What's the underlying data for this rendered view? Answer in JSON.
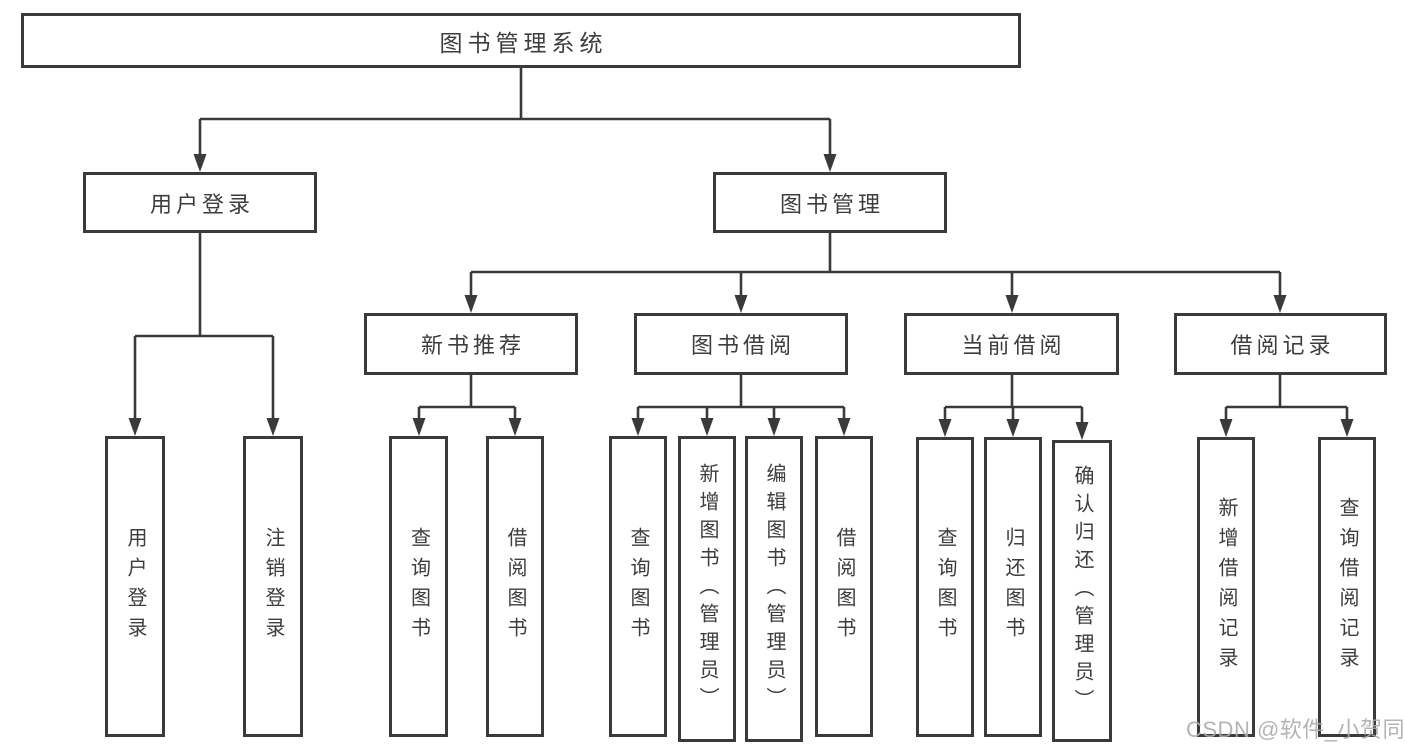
{
  "diagram_title": "图书管理系统",
  "watermark": "CSDN @软件_小贺同学",
  "colors": {
    "line": "#3a3a3a",
    "box_border": "#3a3a3a",
    "box_fill": "#ffffff",
    "text": "#3d3d3d",
    "watermark": "#acacac"
  },
  "tree": {
    "root": {
      "label": "图书管理系统"
    },
    "level2": [
      {
        "label": "用户登录"
      },
      {
        "label": "图书管理"
      }
    ],
    "level3": [
      {
        "label": "新书推荐",
        "parent": "图书管理"
      },
      {
        "label": "图书借阅",
        "parent": "图书管理"
      },
      {
        "label": "当前借阅",
        "parent": "图书管理"
      },
      {
        "label": "借阅记录",
        "parent": "图书管理"
      }
    ],
    "leaves": [
      {
        "label": "用户登录",
        "parent": "用户登录"
      },
      {
        "label": "注销登录",
        "parent": "用户登录"
      },
      {
        "label": "查询图书",
        "parent": "新书推荐"
      },
      {
        "label": "借阅图书",
        "parent": "新书推荐"
      },
      {
        "label": "查询图书",
        "parent": "图书借阅"
      },
      {
        "label": "新增图书（管理员）",
        "parent": "图书借阅"
      },
      {
        "label": "编辑图书（管理员）",
        "parent": "图书借阅"
      },
      {
        "label": "借阅图书",
        "parent": "图书借阅"
      },
      {
        "label": "查询图书",
        "parent": "当前借阅"
      },
      {
        "label": "归还图书",
        "parent": "当前借阅"
      },
      {
        "label": "确认归还（管理员）",
        "parent": "当前借阅"
      },
      {
        "label": "新增借阅记录",
        "parent": "借阅记录"
      },
      {
        "label": "查询借阅记录",
        "parent": "借阅记录"
      }
    ]
  }
}
